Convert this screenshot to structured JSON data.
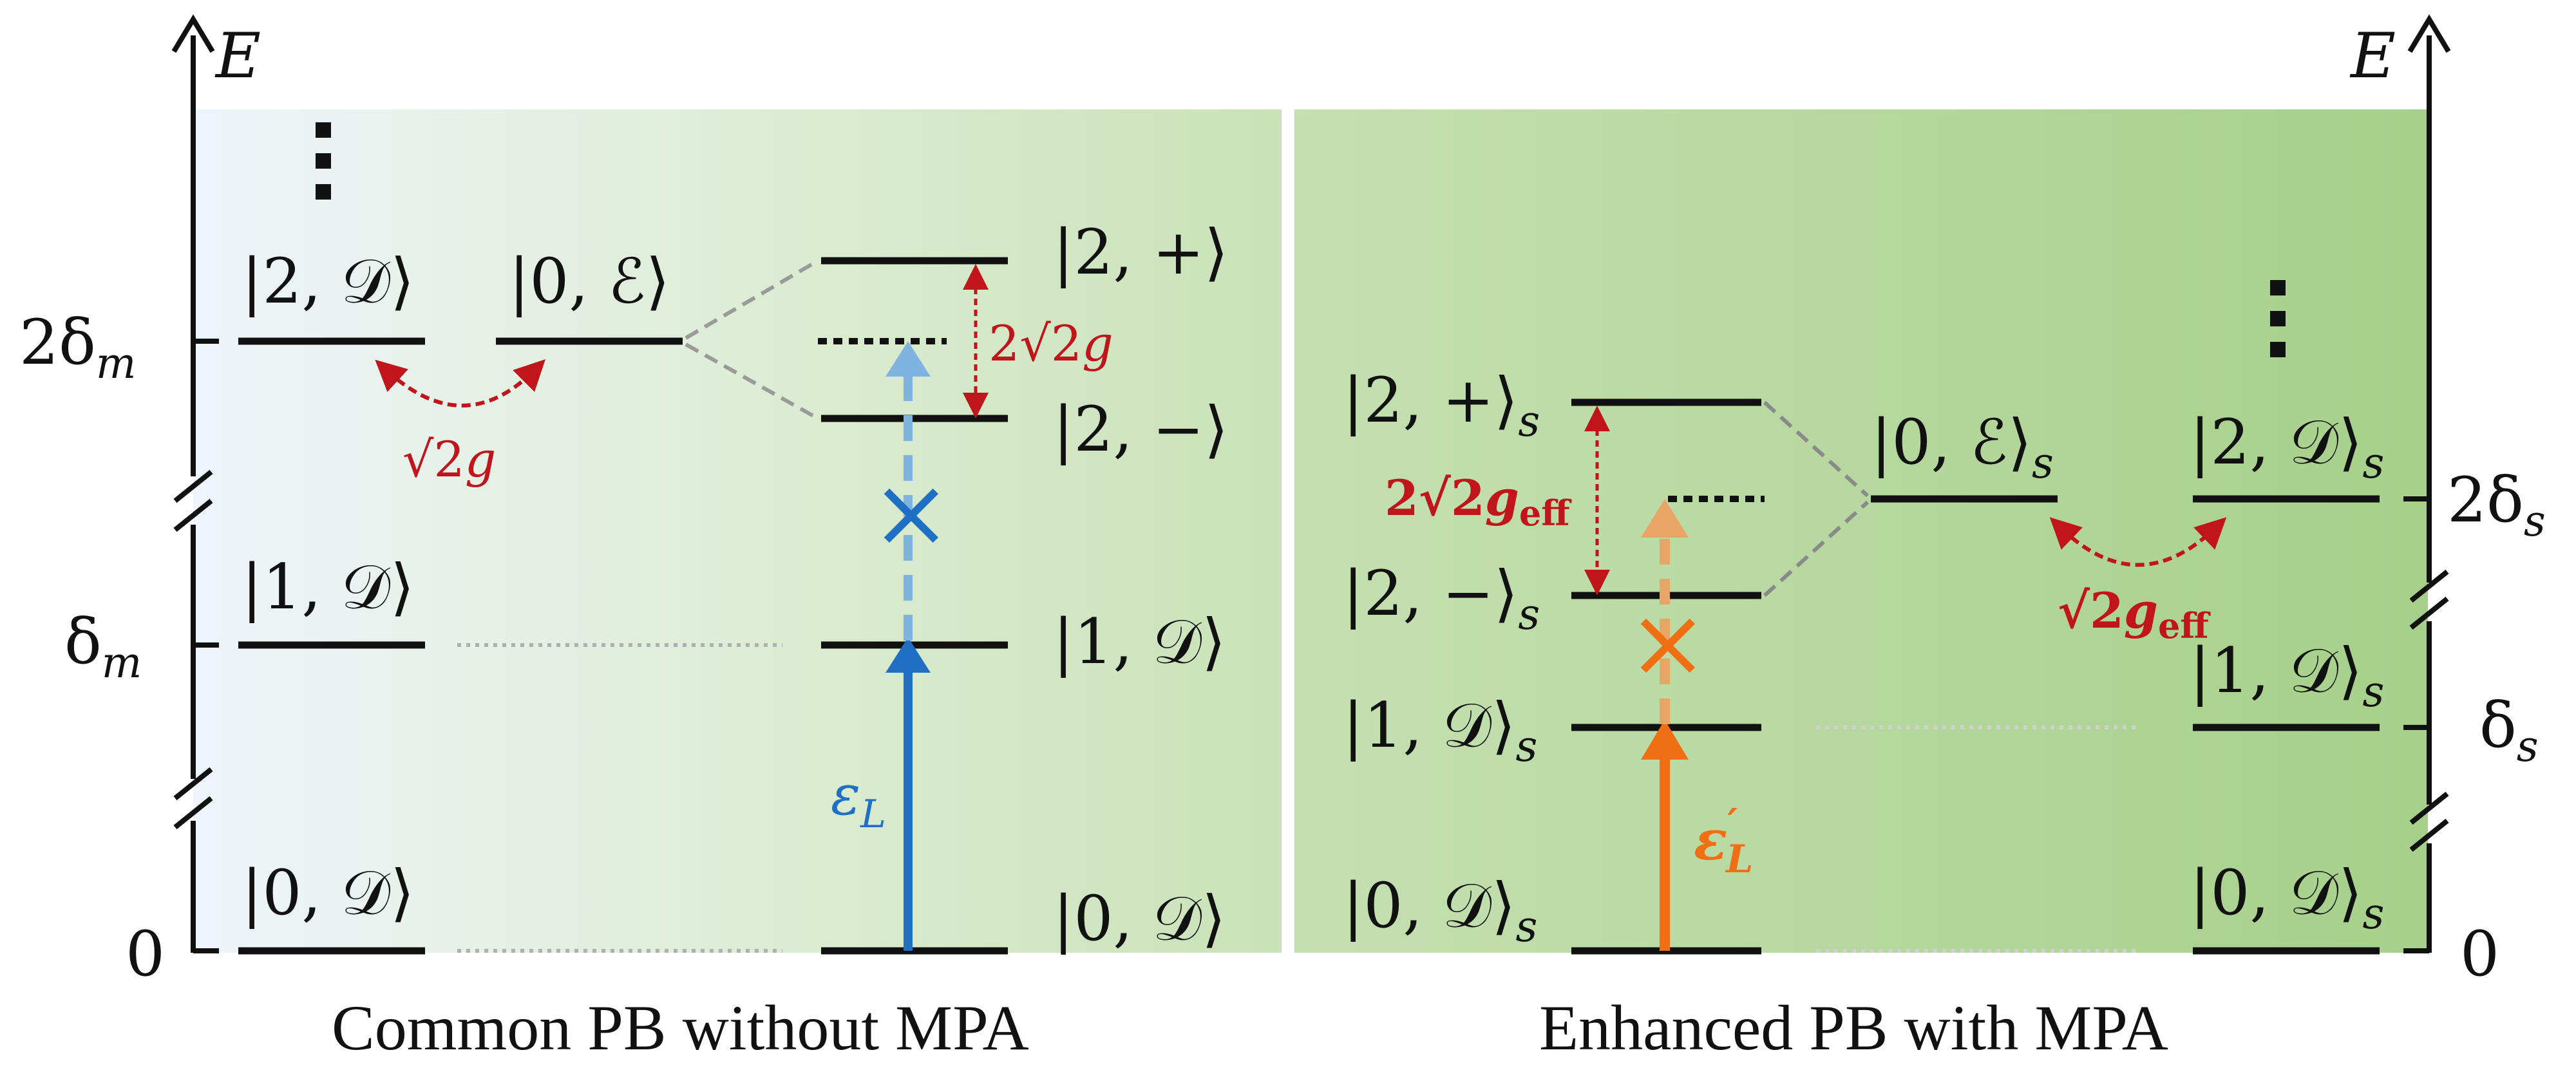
{
  "axes": {
    "left_label": "E",
    "right_label": "E",
    "left_ticks": [
      "2δm",
      "δm",
      "0"
    ],
    "right_ticks": [
      "2δs",
      "δs",
      "0"
    ]
  },
  "left_panel": {
    "caption": "Common PB without MPA",
    "states": {
      "two_D": "|2, 𝒟⟩",
      "zero_E": "|0, ℰ⟩",
      "one_D": "|1, 𝒟⟩",
      "zero_D": "|0, 𝒟⟩",
      "two_plus": "|2, +⟩",
      "two_minus": "|2, −⟩",
      "one_D_right": "|1, 𝒟⟩",
      "zero_D_right": "|0, 𝒟⟩"
    },
    "coupling_label": "√2g",
    "splitting_label": "2√2g",
    "drive_label": "εL",
    "blocked_marker": "×"
  },
  "right_panel": {
    "caption": "Enhanced PB with MPA",
    "states": {
      "two_plus": "|2, +⟩s",
      "two_minus": "|2, −⟩s",
      "one_D": "|1, 𝒟⟩s",
      "zero_D": "|0, 𝒟⟩s",
      "zero_E": "|0, ℰ⟩s",
      "two_D": "|2, 𝒟⟩s",
      "one_D_right": "|1, 𝒟⟩s",
      "zero_D_right": "|0, 𝒟⟩s"
    },
    "coupling_label": "√2geff",
    "splitting_label": "2√2geff",
    "drive_label": "ε′L",
    "blocked_marker": "×"
  },
  "colors": {
    "level": "#111111",
    "coupling": "#c0151a",
    "drive_left": "#1f6fc4",
    "drive_right": "#ef6f12",
    "panel_left_start": "#eef5fb",
    "panel_left_end": "#c9e2b8",
    "panel_right_start": "#c5e0b2",
    "panel_right_end": "#a6d08a"
  }
}
